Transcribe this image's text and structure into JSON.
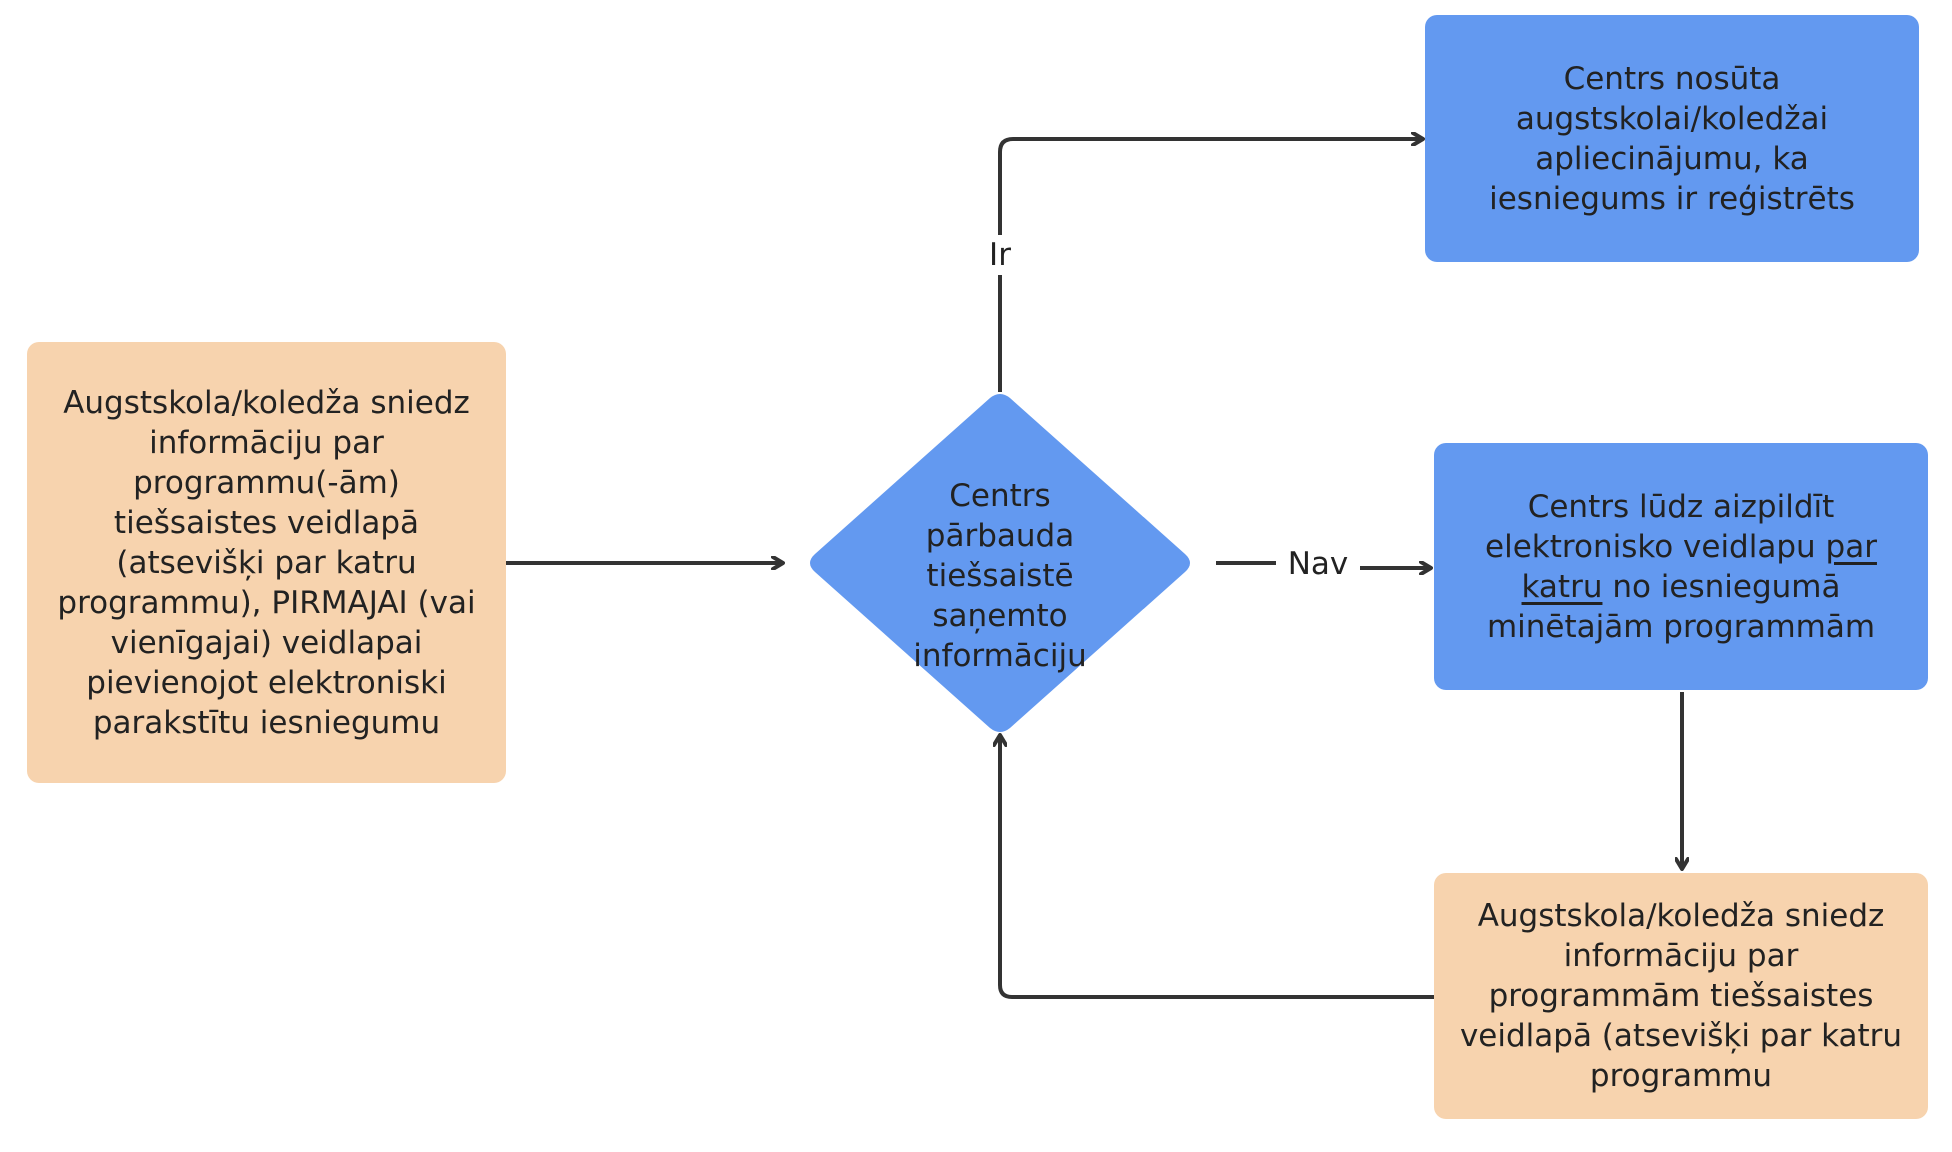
{
  "nodes": {
    "start": {
      "text": "Augstskola/koledža sniedz informāciju par programmu(-ām) tiešsaistes veidlapā (atsevišķi par katru programmu), PIRMAJAI (vai vienīgajai) veidlapai pievienojot elektroniski parakstītu iesniegumu"
    },
    "check": {
      "text": "Centrs pārbauda tiešsaistē saņemto informāciju"
    },
    "confirm": {
      "text": "Centrs nosūta augstskolai/koledžai apliecinājumu, ka iesniegums ir reģistrēts"
    },
    "request": {
      "text_before": "Centrs lūdz aizpildīt elektronisko veidlapu ",
      "text_underlined": "par katru",
      "text_after": " no iesniegumā minētajām programmām"
    },
    "resubmit": {
      "text": "Augstskola/koledža sniedz informāciju par programmām tiešsaistes veidlapā (atsevišķi par katru programmu"
    }
  },
  "edges": {
    "yes_label": "Ir",
    "no_label": "Nav"
  },
  "colors": {
    "peach": "#F7D3AE",
    "blue": "#6399F0",
    "line": "#333333"
  }
}
